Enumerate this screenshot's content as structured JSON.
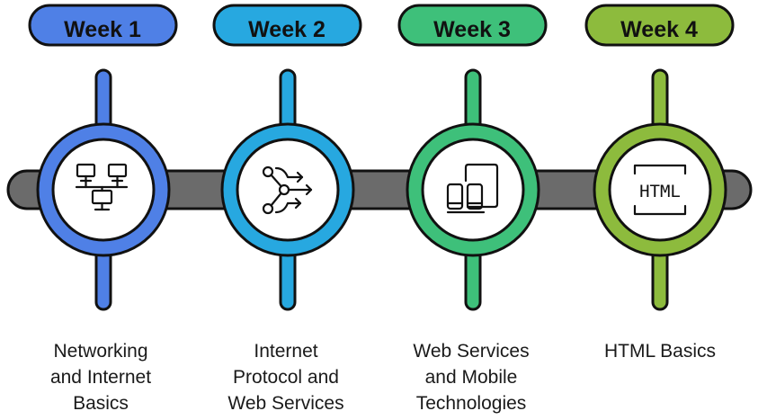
{
  "colors": {
    "bar": "#6b6b6b",
    "outline": "#111111",
    "week1": "#4f80e6",
    "week2": "#27a8e0",
    "week3": "#3ec07a",
    "week4": "#8dbb3d"
  },
  "weeks": [
    {
      "label": "Week 1",
      "icon": "network-computers-icon",
      "desc": [
        "Networking",
        "and Internet",
        "Basics"
      ]
    },
    {
      "label": "Week 2",
      "icon": "protocol-routing-icon",
      "desc": [
        "Internet",
        "Protocol and",
        "Web Services"
      ]
    },
    {
      "label": "Week 3",
      "icon": "mobile-devices-icon",
      "desc": [
        "Web Services",
        "and Mobile",
        "Technologies"
      ]
    },
    {
      "label": "Week 4",
      "icon": "html-window-icon",
      "desc": [
        "HTML Basics"
      ]
    }
  ]
}
